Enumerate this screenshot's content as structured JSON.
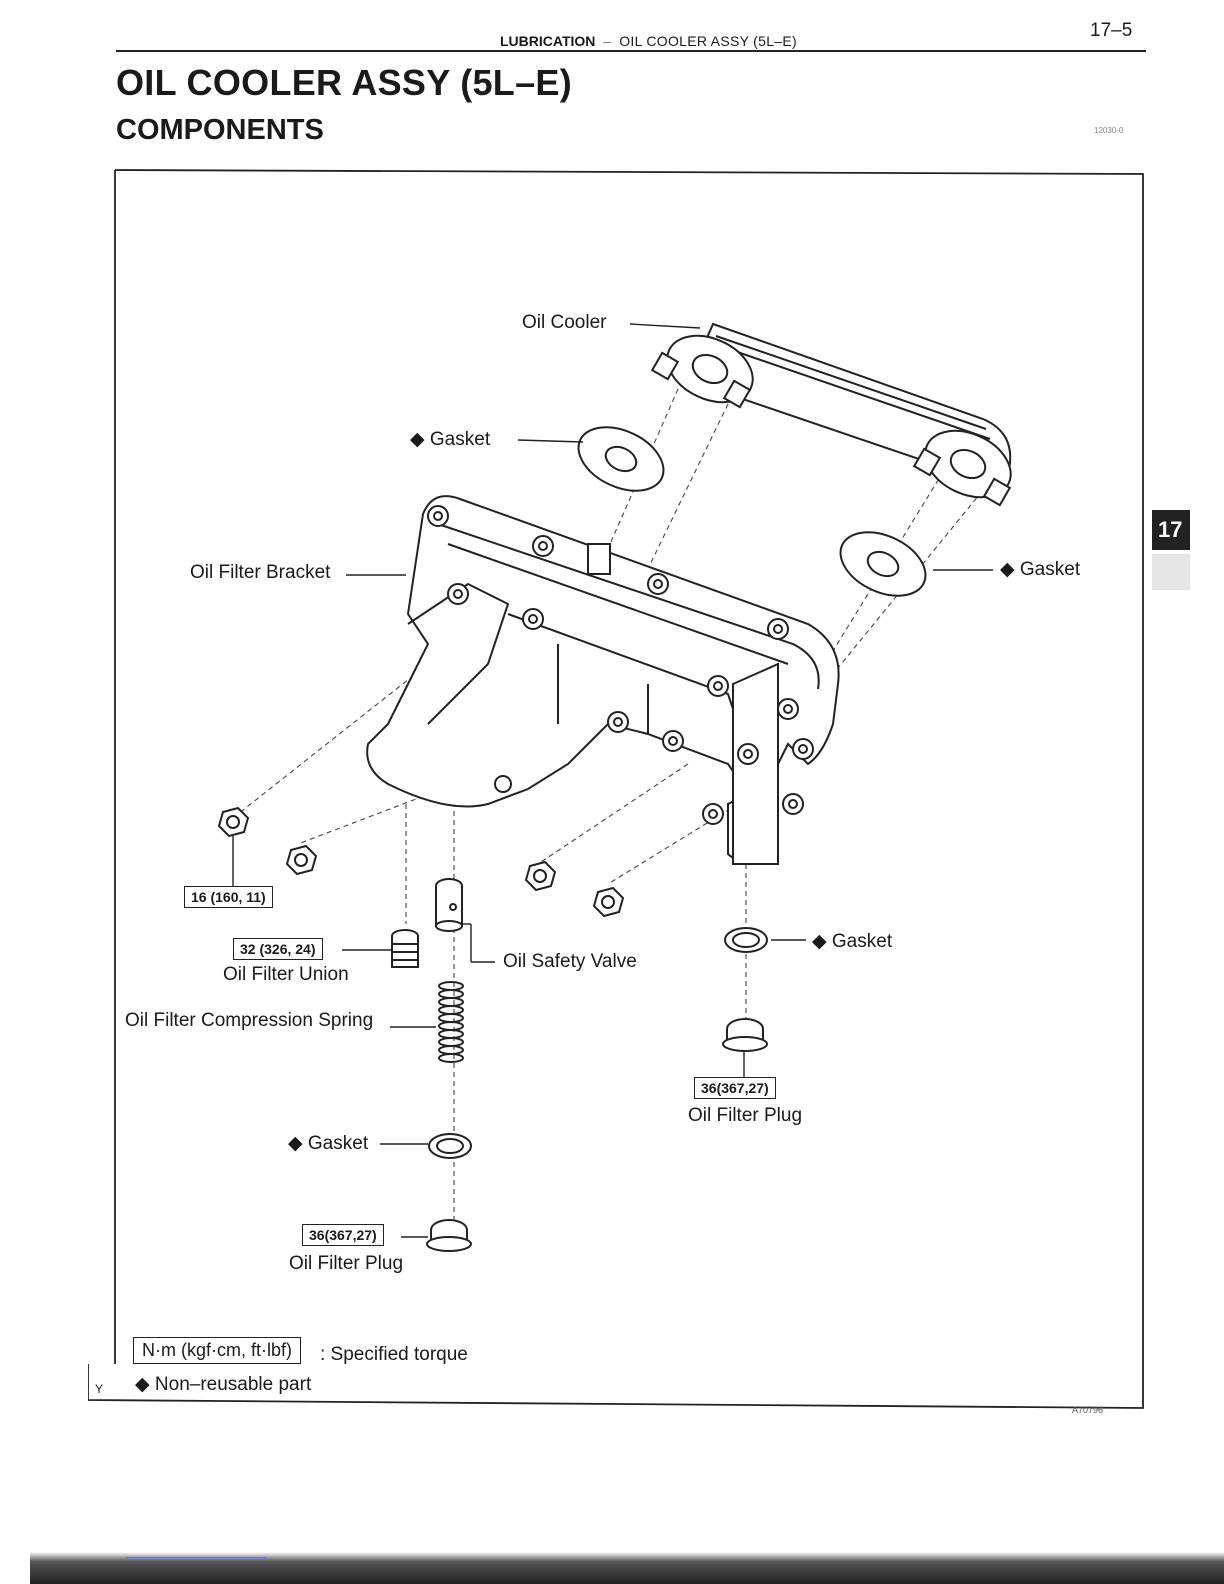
{
  "header": {
    "page_number": "17–5",
    "section": "LUBRICATION",
    "separator": "–",
    "subsection": "OIL COOLER ASSY (5L–E)",
    "chapter_tab": "17"
  },
  "title": "OIL COOLER ASSY (5L–E)",
  "heading": "COMPONENTS",
  "ref_code": "12030-0",
  "labels": {
    "oil_cooler": "Oil Cooler",
    "gasket_top": "Gasket",
    "gasket_right": "Gasket",
    "oil_filter_bracket": "Oil Filter Bracket",
    "oil_filter_union": "Oil Filter Union",
    "oil_safety_valve": "Oil Safety Valve",
    "gasket_mid_right": "Gasket",
    "oil_filter_compression_spring": "Oil Filter Compression Spring",
    "oil_filter_plug_right": "Oil Filter Plug",
    "gasket_lower_left": "Gasket",
    "oil_filter_plug_bottom": "Oil Filter Plug"
  },
  "torques": {
    "bracket_nut": "16 (160, 11)",
    "union": "32 (326, 24)",
    "plug_right": "36(367,27)",
    "plug_bottom": "36(367,27)"
  },
  "legend": {
    "torque_box": "N·m (kgf·cm, ft·lbf)",
    "torque_text": ": Specified torque",
    "nonreusable_text": "Non–reusable part"
  },
  "non_reusable_symbol": "◆",
  "figure_id": "A70796",
  "corner_mark": "Y"
}
